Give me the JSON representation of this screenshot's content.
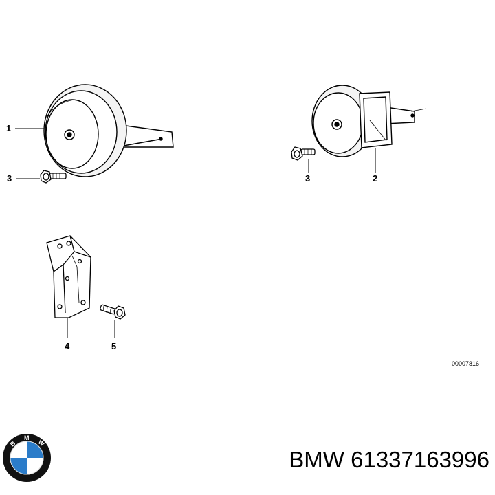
{
  "callouts": {
    "c1": "1",
    "c2": "2",
    "c3a": "3",
    "c3b": "3",
    "c4": "4",
    "c5": "5"
  },
  "reference_code": "00007816",
  "brand": {
    "logo_letters": [
      "B",
      "M",
      "W"
    ],
    "part_label": "BMW 61337163996",
    "colors": {
      "logo_blue": "#2b7cc9",
      "logo_ring": "#111111"
    }
  }
}
